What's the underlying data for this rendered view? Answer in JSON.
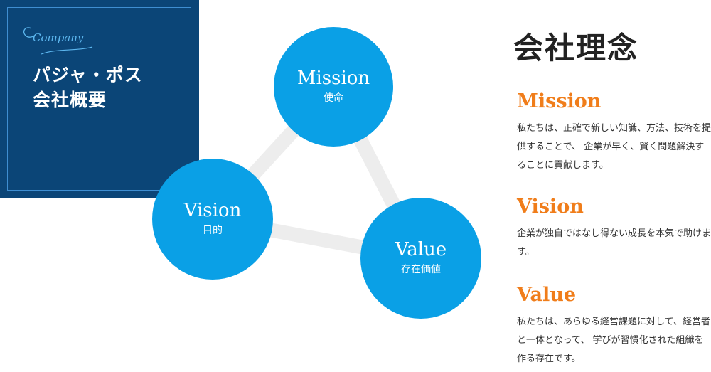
{
  "company": {
    "script_label": "Company",
    "title_line1": "パジャ・ポス",
    "title_line2": "会社概要"
  },
  "diagram": {
    "mission": {
      "en": "Mission",
      "ja": "使命"
    },
    "vision": {
      "en": "Vision",
      "ja": "目的"
    },
    "value": {
      "en": "Value",
      "ja": "存在価値"
    }
  },
  "philosophy": {
    "heading": "会社理念",
    "mission": {
      "title": "Mission",
      "text": "私たちは、正確で新しい知識、方法、技術を提供することで、 企業が早く、賢く問題解決することに貢献します。"
    },
    "vision": {
      "title": "Vision",
      "text": "企業が独自ではなし得ない成長を本気で助けます。"
    },
    "value": {
      "title": "Value",
      "text": "私たちは、あらゆる経営課題に対して、経営者と一体となって、 学びが習慣化された組織を作る存在です。"
    }
  },
  "colors": {
    "navy": "#0b4577",
    "circle_blue": "#0aa0e6",
    "accent_orange": "#f07d1a",
    "connector_gray": "#ededed"
  }
}
